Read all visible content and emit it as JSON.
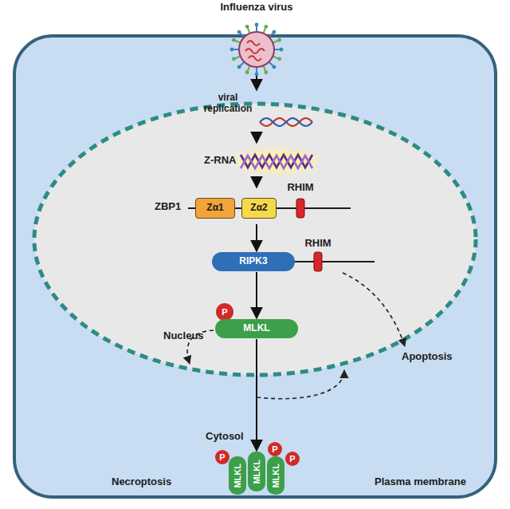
{
  "diagram": {
    "nodes": [
      {
        "text": [
          "Influenza virus"
        ]
      },
      {
        "text": [
          "Cytosol"
        ]
      },
      {
        "text": [
          "Nucleus"
        ],
        "in": 1
      },
      {
        "text": [
          "viral replication"
        ],
        "in": 2
      },
      {
        "text": [
          "Z-RNA"
        ],
        "in": 2
      },
      {
        "text": [
          "ZBP1"
        ],
        "in": 2
      },
      {
        "text": [
          "Zα1"
        ],
        "in": 5
      },
      {
        "text": [
          "Zα2"
        ],
        "in": 5
      },
      {
        "text": [
          "RIPK3"
        ],
        "in": 2
      },
      {
        "text": [
          "P"
        ],
        "in": 2
      },
      {
        "text": [
          "MLKL"
        ],
        "in": 2
      },
      {
        "text": [
          "P"
        ],
        "in": 1
      },
      {
        "text": [
          "MLKL"
        ],
        "in": 1
      },
      {
        "text": [
          "P"
        ],
        "in": 1
      },
      {
        "text": [
          "MLKL"
        ],
        "in": 1
      },
      {
        "text": [
          "MLKL"
        ],
        "in": 1
      },
      {
        "text": [
          "P"
        ],
        "in": 1
      }
    ],
    "edges": [
      {
        "from": 0,
        "to": 3,
        "arrow": "to"
      },
      {
        "from": 3,
        "to": 4,
        "arrow": "to"
      },
      {
        "from": 4,
        "to": 5,
        "arrow": "to"
      },
      {
        "from": 5,
        "to": 8,
        "arrow": "to"
      },
      {
        "from": 8,
        "to": 10,
        "arrow": "to"
      },
      {
        "from": 10,
        "to": 14,
        "arrow": "to"
      }
    ],
    "labels": [
      "RHIM",
      "RHIM",
      "Apoptosis",
      "Plasma membrane",
      "Necroptosis"
    ]
  }
}
